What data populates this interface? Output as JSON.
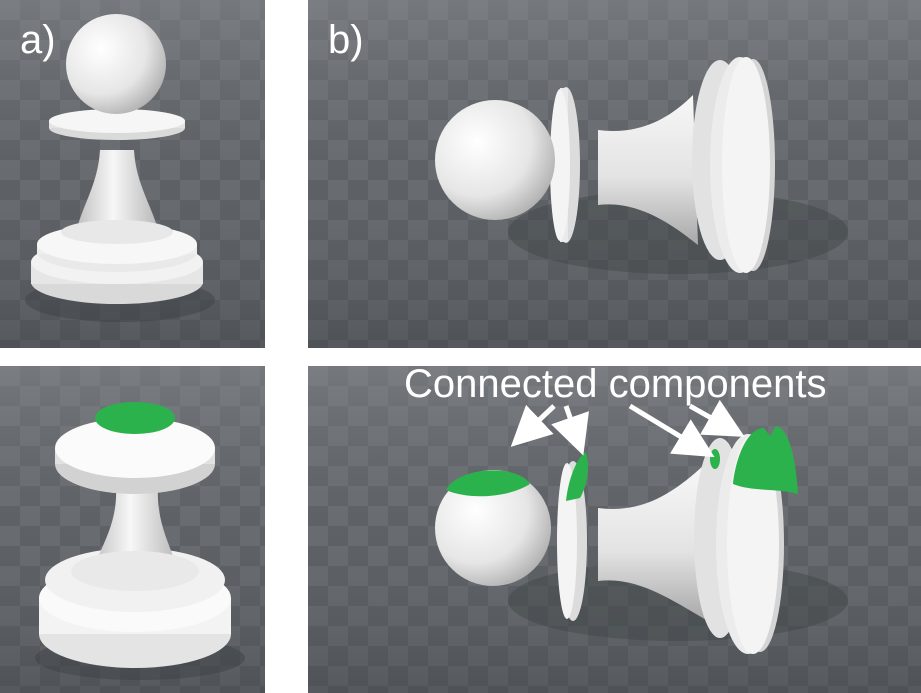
{
  "panels": {
    "a": {
      "label": "a)"
    },
    "b": {
      "label": "b)"
    }
  },
  "annotation": {
    "text": "Connected components"
  },
  "colors": {
    "floor_dark": "#4a4e52",
    "floor_light": "#7d8185",
    "piece": "#f2f2f2",
    "highlight": "#2bb24c",
    "text": "#ffffff"
  }
}
